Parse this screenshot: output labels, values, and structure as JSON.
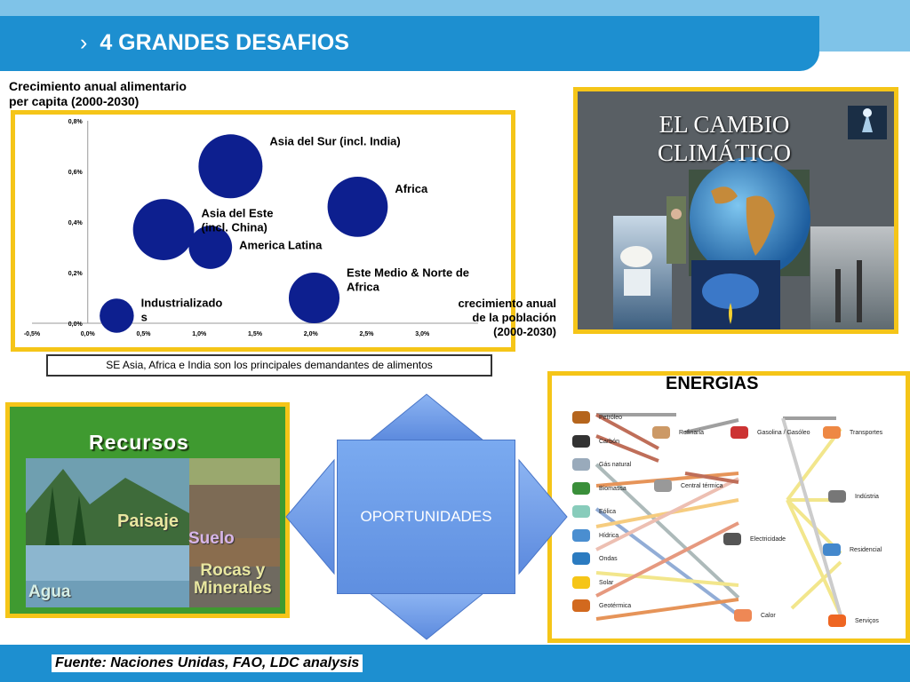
{
  "header": {
    "chevron": "›",
    "title": "4 GRANDES DESAFIOS"
  },
  "chart": {
    "title_line1": "Crecimiento anual alimentario",
    "title_line2": "per capita (2000-2030)",
    "xlabel_line1": "crecimiento anual",
    "xlabel_line2": "de la población",
    "xlabel_line3": "(2000-2030)",
    "caption": "SE Asia, Africa e India son los principales demandantes de alimentos"
  },
  "chart_data": {
    "type": "scatter",
    "xlim": [
      -0.5,
      3.5
    ],
    "ylim": [
      0,
      0.8
    ],
    "x_ticks": [
      -0.5,
      0.0,
      0.5,
      1.0,
      1.5,
      2.0,
      2.5,
      3.0
    ],
    "x_tick_labels": [
      "-0,5%",
      "0,0%",
      "0,5%",
      "1,0%",
      "1,5%",
      "2,0%",
      "2,5%",
      "3,0%"
    ],
    "y_ticks": [
      0.0,
      0.2,
      0.4,
      0.6,
      0.8
    ],
    "y_tick_labels": [
      "0,0%",
      "0,2%",
      "0,4%",
      "0,6%",
      "0,8%"
    ],
    "bubble_color": "#0d1f8f",
    "points": [
      {
        "label": "Industrializados",
        "label_line1": "Industrializado",
        "label_line2": "s",
        "x": 0.26,
        "y": 0.03,
        "size": 1
      },
      {
        "label": "Asia del Este (incl. China)",
        "label_line1": "Asia del Este",
        "label_line2": "(incl. China)",
        "x": 0.68,
        "y": 0.37,
        "size": 3.2
      },
      {
        "label": "Asia del Sur (incl. India)",
        "label_line1": "Asia del Sur (incl. India)",
        "label_line2": "",
        "x": 1.28,
        "y": 0.62,
        "size": 3.5
      },
      {
        "label": "America Latina",
        "label_line1": "America Latina",
        "label_line2": "",
        "x": 1.1,
        "y": 0.3,
        "size": 1.6
      },
      {
        "label": "Africa",
        "label_line1": "Africa",
        "label_line2": "",
        "x": 2.42,
        "y": 0.46,
        "size": 3.1
      },
      {
        "label": "Este Medio & Norte de Africa",
        "label_line1": "Este Medio & Norte de",
        "label_line2": "Africa",
        "x": 2.03,
        "y": 0.1,
        "size": 2.2
      }
    ]
  },
  "clima": {
    "title_line1": "EL CAMBIO",
    "title_line2": "CLIMÁTICO"
  },
  "energias": {
    "title": "ENERGIAS",
    "sources": [
      "Petróleo",
      "Carbón",
      "Gás natural",
      "Biomassa",
      "Eólica",
      "Hídrica",
      "Ondas",
      "Solar",
      "Geotérmica"
    ],
    "middle": [
      "Refinaria",
      "Central térmica",
      "Gasolina / Gasóleo",
      "Electricidade",
      "Calor"
    ],
    "uses": [
      "Transportes",
      "Indústria",
      "Residencial",
      "Serviços"
    ]
  },
  "recursos": {
    "title": "Recursos",
    "paisaje": "Paisaje",
    "suelo": "Suelo",
    "rocas_line1": "Rocas y",
    "rocas_line2": "Minerales",
    "agua": "Agua"
  },
  "oportunidades": {
    "label": "OPORTUNIDADES"
  },
  "footer": {
    "source": "Fuente: Naciones Unidas, FAO, LDC analysis"
  }
}
